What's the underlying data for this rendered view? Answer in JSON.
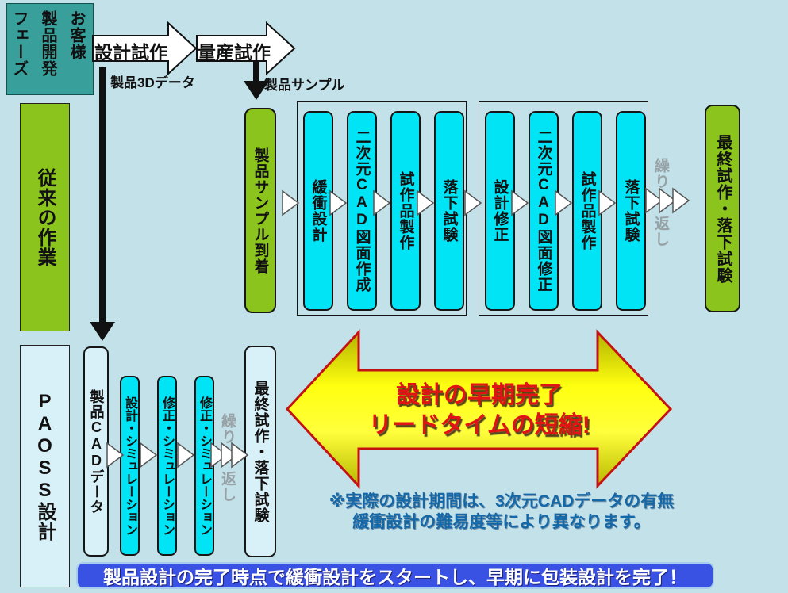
{
  "colors": {
    "background": "#C3E1E9",
    "phase_header_teal": "#389F9A",
    "process_green": "#8CC41E",
    "process_cyan": "#00E4F6",
    "process_light_cyan": "#D8F0F7",
    "banner_blue": "#3A52E4",
    "highlight_arrow_yellow": "#FFFF10",
    "highlight_text_red": "#E01414",
    "note_text_blue": "#1568A8"
  },
  "phase_header": {
    "col1": "お客様",
    "col2": "製品開発",
    "col3": "フェーズ"
  },
  "top_flow": {
    "arrow1": "設計試作",
    "arrow2": "量産試作",
    "label_3d_data": "製品3Dデータ",
    "label_sample": "製品サンプル"
  },
  "conventional": {
    "row_label": "従来の作業",
    "start_box": "製品サンプル到着",
    "steps1": [
      "緩衝設計",
      "二次元CAD図面作成",
      "試作品製作",
      "落下試験"
    ],
    "steps2": [
      "設計修正",
      "二次元CAD図面修正",
      "試作品製作",
      "落下試験"
    ],
    "repeat_top": "繰り",
    "repeat_bottom": "返し",
    "end_box": "最終試作・落下試験"
  },
  "paoss": {
    "row_label": "PAOSS設計",
    "start_box": "製品CADデータ",
    "steps": [
      "設計・シミュレーション",
      "修正・シミュレーション",
      "修正・シミュレーション"
    ],
    "repeat_top": "繰り",
    "repeat_bottom": "返し",
    "end_box": "最終試作・落下試験"
  },
  "highlight": {
    "line1": "設計の早期完了",
    "line2": "リードタイムの短縮!"
  },
  "note": {
    "line1": "※実際の設計期間は、3次元CADデータの有無",
    "line2": "緩衝設計の難易度等により異なります。"
  },
  "footer": {
    "text": "製品設計の完了時点で緩衝設計をスタートし、早期に包装設計を完了！"
  }
}
